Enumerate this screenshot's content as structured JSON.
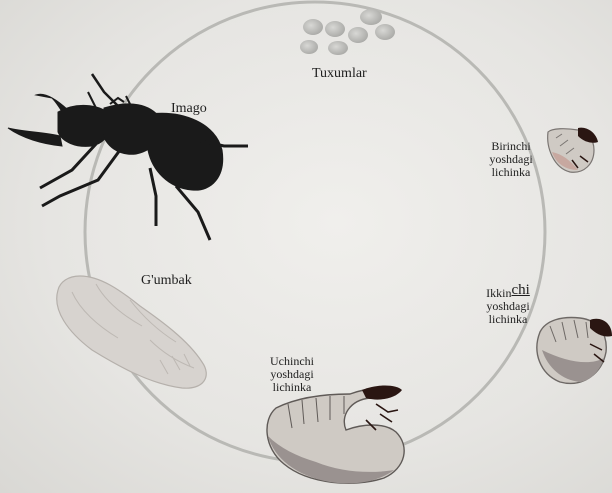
{
  "labels": {
    "eggs": "Tuxumlar",
    "adult": "Imago",
    "pupa": "G'umbak",
    "larva_first": [
      "Birinchi",
      "yoshdagi",
      "lichinka"
    ],
    "larva_second": {
      "line1_prefix": "Ikkin",
      "line1_mark": "chi",
      "line2": "yoshdagi",
      "line3": "lichinka"
    },
    "larva_third": [
      "Uchinchi",
      "yoshdagi",
      "lichinka"
    ]
  },
  "icons": {
    "eggs": "egg-cluster",
    "adult": "stag-beetle",
    "larva_first": "small-grub",
    "larva_second": "medium-grub",
    "larva_third": "large-grub",
    "pupa": "pupa"
  },
  "colors": {
    "cycle_line": "#b9b9b5",
    "beetle": "#1a1a1a",
    "egg": "#b7b7b4",
    "larva_body": "#cfcac4",
    "larva_belly": "#9a9290",
    "larva_head": "#2a1612",
    "pupa": "#d7d3cf"
  }
}
